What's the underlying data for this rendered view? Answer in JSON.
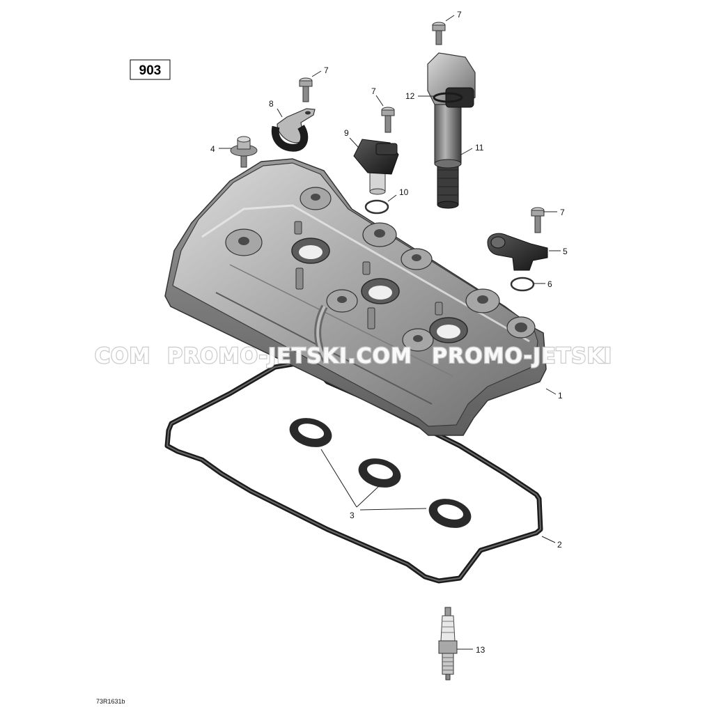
{
  "diagram": {
    "page_number": "903",
    "figure_code": "73R1631b",
    "watermark": [
      "COM",
      "PROMO-JETSKI.COM",
      "PROMO-JETSKI"
    ],
    "parts": [
      {
        "callout": "1",
        "icon": "valve-cover-icon"
      },
      {
        "callout": "2",
        "icon": "cover-gasket-icon"
      },
      {
        "callout": "3",
        "icon": "spark-plug-tube-seal-icon"
      },
      {
        "callout": "4",
        "icon": "bolt-with-washer-icon"
      },
      {
        "callout": "5",
        "icon": "sensor-icon"
      },
      {
        "callout": "6",
        "icon": "o-ring-icon"
      },
      {
        "callout": "7",
        "icon": "screw-icon"
      },
      {
        "callout": "8",
        "icon": "clamp-icon"
      },
      {
        "callout": "9",
        "icon": "sensor-icon"
      },
      {
        "callout": "10",
        "icon": "o-ring-icon"
      },
      {
        "callout": "11",
        "icon": "ignition-coil-icon"
      },
      {
        "callout": "12",
        "icon": "ignition-coil-seal-icon"
      },
      {
        "callout": "13",
        "icon": "spark-plug-icon"
      }
    ]
  }
}
